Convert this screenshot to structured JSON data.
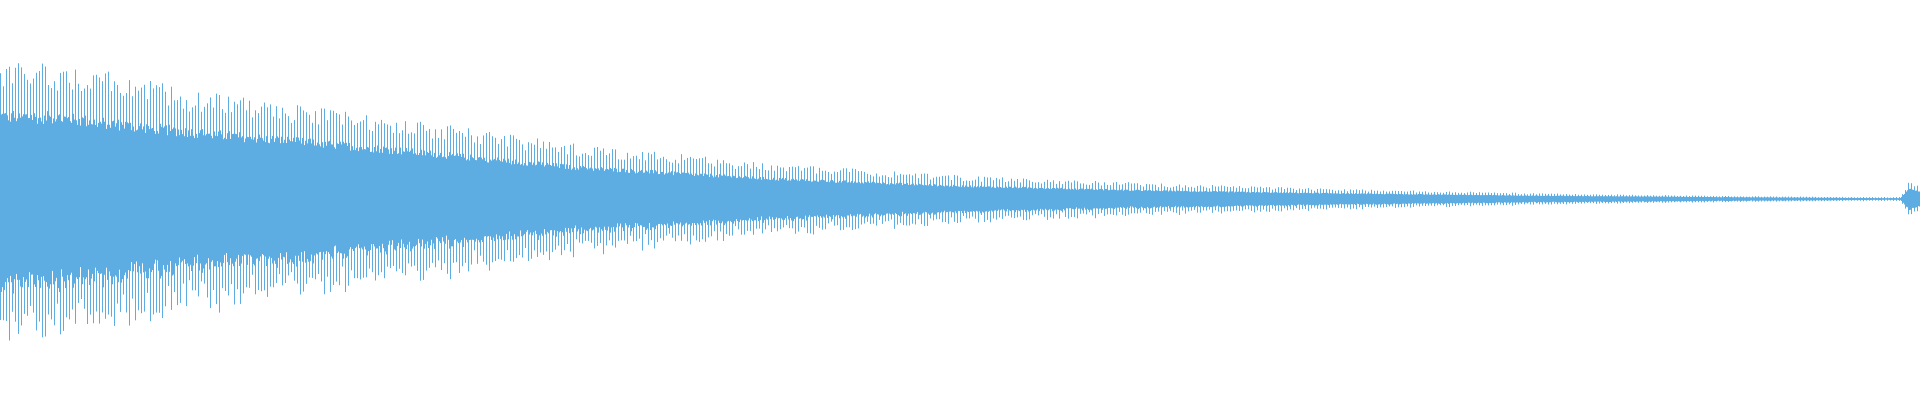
{
  "chart_data": {
    "type": "waveform",
    "title": "",
    "xlabel": "",
    "ylabel": "",
    "color": "#5dade2",
    "background": "#ffffff",
    "grid": false,
    "legend": "none",
    "ylim": [
      -1,
      1
    ],
    "envelope": {
      "time_fraction": [
        0.0,
        0.03,
        0.1,
        0.2,
        0.3,
        0.4,
        0.5,
        0.6,
        0.7,
        0.8,
        0.9,
        0.98,
        0.99,
        0.995,
        1.0
      ],
      "peak": [
        0.68,
        0.7,
        0.55,
        0.42,
        0.28,
        0.18,
        0.12,
        0.08,
        0.05,
        0.03,
        0.015,
        0.01,
        0.01,
        0.1,
        0.06
      ],
      "body": [
        0.45,
        0.44,
        0.36,
        0.27,
        0.17,
        0.11,
        0.07,
        0.045,
        0.03,
        0.018,
        0.01,
        0.005,
        0.005,
        0.06,
        0.04
      ]
    }
  }
}
